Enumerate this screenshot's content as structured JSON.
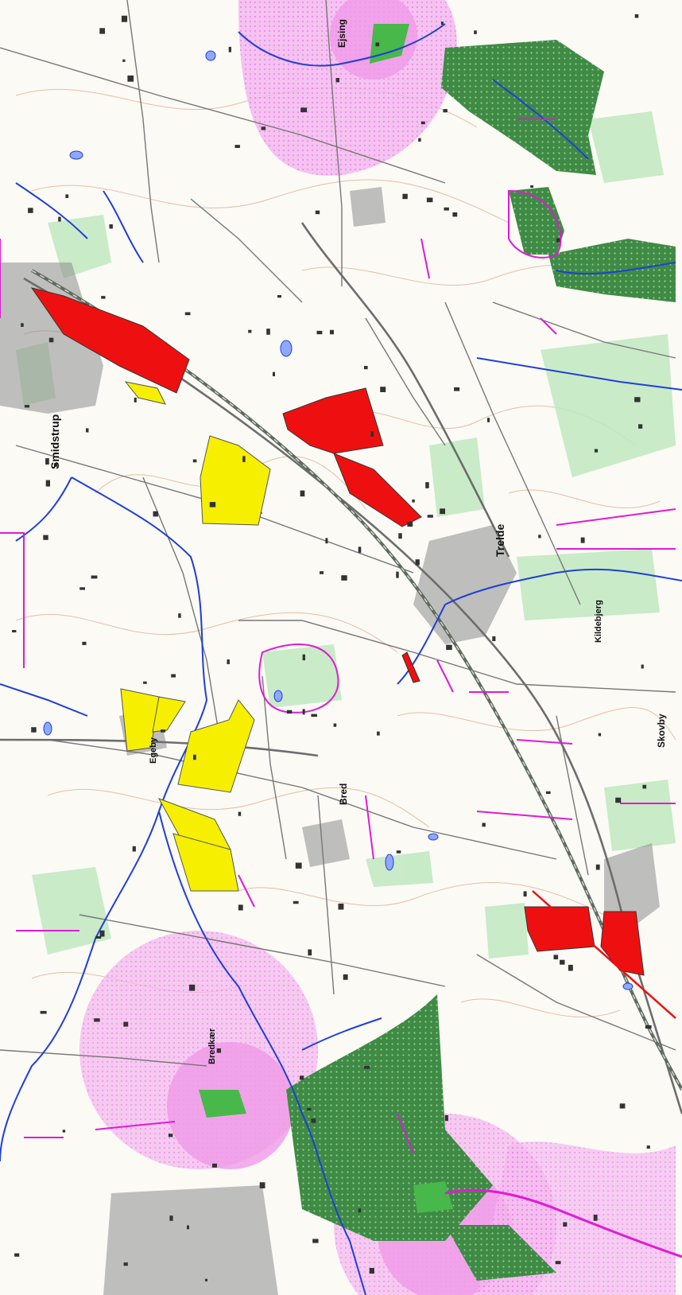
{
  "map": {
    "place_labels": [
      {
        "id": "smidstrup",
        "text": "Smidstrup"
      },
      {
        "id": "trelde",
        "text": "Trelde"
      },
      {
        "id": "ejsing",
        "text": "Ejsing"
      },
      {
        "id": "skovby",
        "text": "Skovby"
      },
      {
        "id": "egeby",
        "text": "Egeby"
      },
      {
        "id": "bred",
        "text": "Bred"
      },
      {
        "id": "kildebjerg",
        "text": "Kildebjerg"
      },
      {
        "id": "bredkaer",
        "text": "Bredkær"
      }
    ],
    "colors": {
      "background": "#fbfaf5",
      "red_area": "#ee1010",
      "yellow_area": "#f6f000",
      "forest": "#3f8a45",
      "protection_zone": "#f0a4ec",
      "meadow": "#bfe8c0",
      "stream": "#1f3fd8",
      "road": "#6d6d6d",
      "railway": "#5e6b5e",
      "boundary": "#e01ad6",
      "contour": "#d9a58a",
      "built_up": "#7a7a7a"
    }
  }
}
